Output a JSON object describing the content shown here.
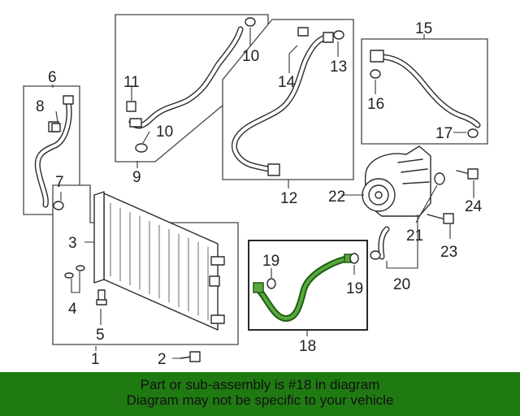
{
  "callouts": {
    "c1": "1",
    "c2": "2",
    "c3": "3",
    "c4": "4",
    "c5": "5",
    "c6": "6",
    "c7": "7",
    "c8": "8",
    "c9": "9",
    "c10a": "10",
    "c10b": "10",
    "c11": "11",
    "c12": "12",
    "c13": "13",
    "c14": "14",
    "c15": "15",
    "c16": "16",
    "c17": "17",
    "c18": "18",
    "c19a": "19",
    "c19b": "19",
    "c20": "20",
    "c21": "21",
    "c22": "22",
    "c23": "23",
    "c24": "24"
  },
  "highlighted_part": "18",
  "colors": {
    "highlight": "#58a83e",
    "banner": "#1f7a12"
  },
  "banner": {
    "line1": "Part or sub-assembly is #18 in diagram",
    "line2": "Diagram may not be specific to your vehicle"
  }
}
